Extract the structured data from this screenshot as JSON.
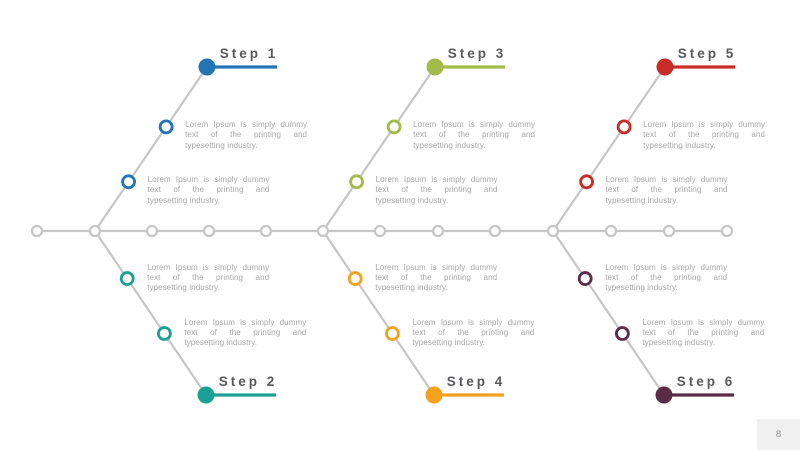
{
  "page": {
    "background_color": "#ffffff"
  },
  "diagram": {
    "type": "fishbone-step-diagram",
    "spine_color": "#c6c6c6",
    "label_color": "#58595b",
    "body_text_color": "#a6a6a6",
    "sections": [
      {
        "top": {
          "label": "Step 1",
          "color": "#2374b5",
          "items": [
            {
              "text": "Lorem Ipsum is simply dummy text of the printing and typesetting industry."
            },
            {
              "text": "Lorem Ipsum is simply dummy text of the printing and typesetting industry."
            }
          ]
        },
        "bottom": {
          "label": "Step 2",
          "color": "#19a195",
          "items": [
            {
              "text": "Lorem Ipsum is simply dummy text of the printing and typesetting industry."
            },
            {
              "text": "Lorem Ipsum is simply dummy text of the printing and typesetting industry."
            }
          ]
        }
      },
      {
        "top": {
          "label": "Step 3",
          "color": "#a2bb4a",
          "items": [
            {
              "text": "Lorem Ipsum is simply dummy text of the printing and typesetting industry."
            },
            {
              "text": "Lorem Ipsum is simply dummy text of the printing and typesetting industry."
            }
          ]
        },
        "bottom": {
          "label": "Step 4",
          "color": "#f5a11d",
          "items": [
            {
              "text": "Lorem Ipsum is simply dummy text of the printing and typesetting industry."
            },
            {
              "text": "Lorem Ipsum is simply dummy text of the printing and typesetting industry."
            }
          ]
        }
      },
      {
        "top": {
          "label": "Step 5",
          "color": "#c92b27",
          "items": [
            {
              "text": "Lorem Ipsum is simply dummy text of the printing and typesetting industry."
            },
            {
              "text": "Lorem Ipsum is simply dummy text of the printing and typesetting industry."
            }
          ]
        },
        "bottom": {
          "label": "Step 6",
          "color": "#5c2b45",
          "items": [
            {
              "text": "Lorem Ipsum is simply dummy text of the printing and typesetting industry."
            },
            {
              "text": "Lorem Ipsum is simply dummy text of the printing and typesetting industry."
            }
          ]
        }
      }
    ]
  },
  "footer": {
    "page_number": "8",
    "badge_color": "#f0f0f1"
  }
}
